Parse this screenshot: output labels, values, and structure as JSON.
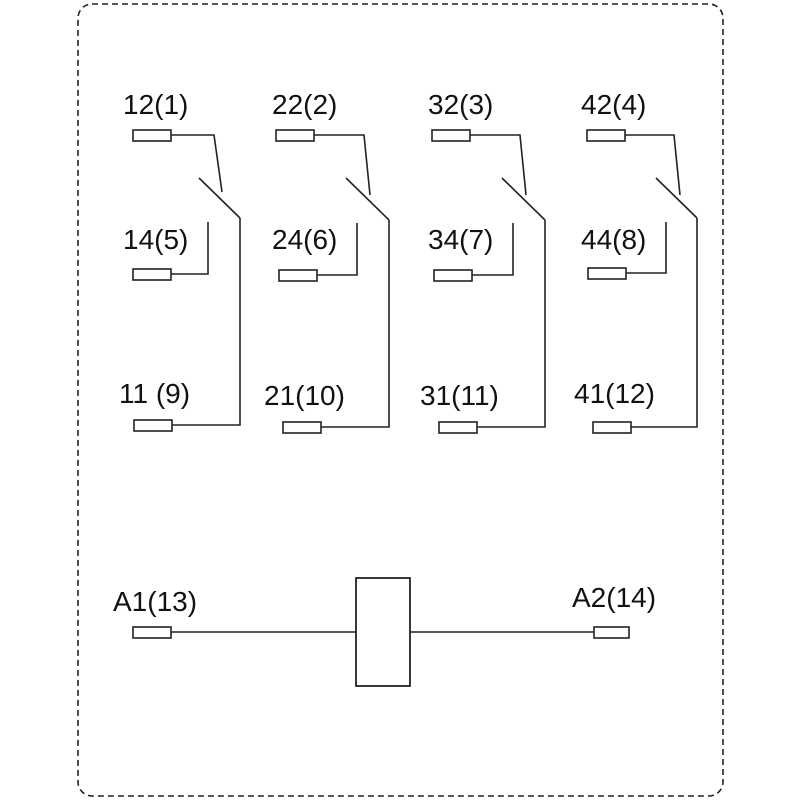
{
  "contacts": [
    {
      "nc": "12(1)",
      "no": "14(5)",
      "com": "11 (9)"
    },
    {
      "nc": "22(2)",
      "no": "24(6)",
      "com": "21(10)"
    },
    {
      "nc": "32(3)",
      "no": "34(7)",
      "com": "31(11)"
    },
    {
      "nc": "42(4)",
      "no": "44(8)",
      "com": "41(12)"
    }
  ],
  "coil": {
    "a1": "A1(13)",
    "a2": "A2(14)"
  }
}
